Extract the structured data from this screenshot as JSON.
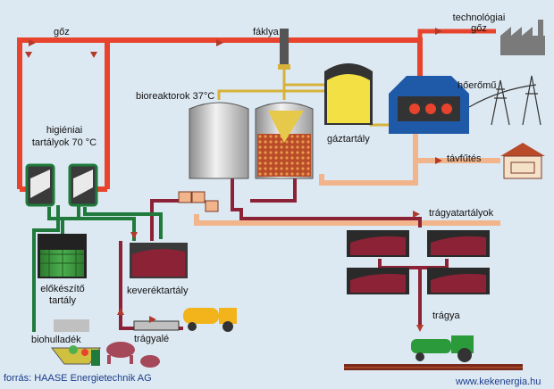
{
  "labels": {
    "steam_top": "gőz",
    "flare": "fáklya",
    "technological_steam": "technológiai gőz",
    "power_plant": "hőerőmű",
    "bioreactors": "bioreaktorok 37°C",
    "gas_tank": "gáztartály",
    "hygiene_tanks_l1": "higiéniai",
    "hygiene_tanks_l2": "tartályok 70 °C",
    "district_heating": "távfűtés",
    "manure_tanks": "trágyatartályok",
    "pre_tank_l1": "előkészítő",
    "pre_tank_l2": "tartály",
    "mixing_tank": "keveréktartály",
    "manure_spread": "trágya",
    "biowaste": "biohulladék",
    "slurry": "trágyalé"
  },
  "footer": {
    "source": "forrás: HAASE Energietechnik AG",
    "website": "www.kekenergia.hu"
  },
  "colors": {
    "steam": "#e8432c",
    "gas": "#d7b23a",
    "slurry": "#8b2236",
    "pre": "#1f7a3b",
    "heat": "#f2b48a",
    "arrow": "#b23a2a"
  }
}
